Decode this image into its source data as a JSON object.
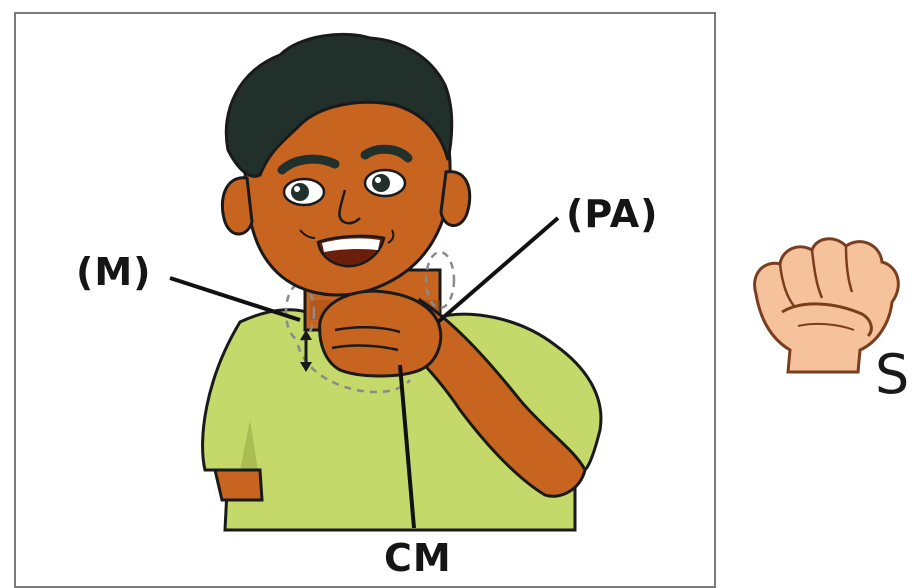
{
  "labels": {
    "pa": "(PA)",
    "m": "(M)",
    "cm": "CM",
    "handshape": "S"
  },
  "colors": {
    "skin": "#c7641f",
    "skin_shadow": "#a24d16",
    "hair": "#22302c",
    "shirt": "#c5d86a",
    "shirt_shadow": "#a9bd52",
    "fist_skin": "#f6c29c",
    "outline": "#1a1a1a",
    "frame": "#7a7a7a"
  },
  "icons": {
    "figure": "boy-signing-at-throat-illustration",
    "hand": "s-handshape-fist-icon",
    "movement": "double-arrow-icon"
  }
}
